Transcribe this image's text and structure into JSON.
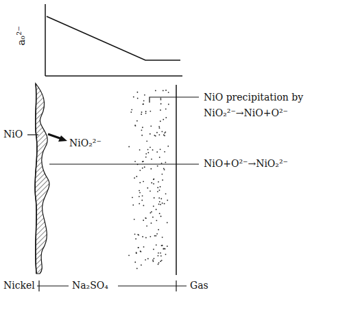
{
  "diagram": {
    "labels": [
      "aₒ²⁻",
      "NiO precipitation by",
      "NiO₂²⁻→NiO+O²⁻",
      "NiO",
      "NiO₂²⁻",
      "NiO+O²⁻→NiO₂²⁻",
      "Nickel",
      "Na₂SO₄",
      "Gas"
    ]
  }
}
